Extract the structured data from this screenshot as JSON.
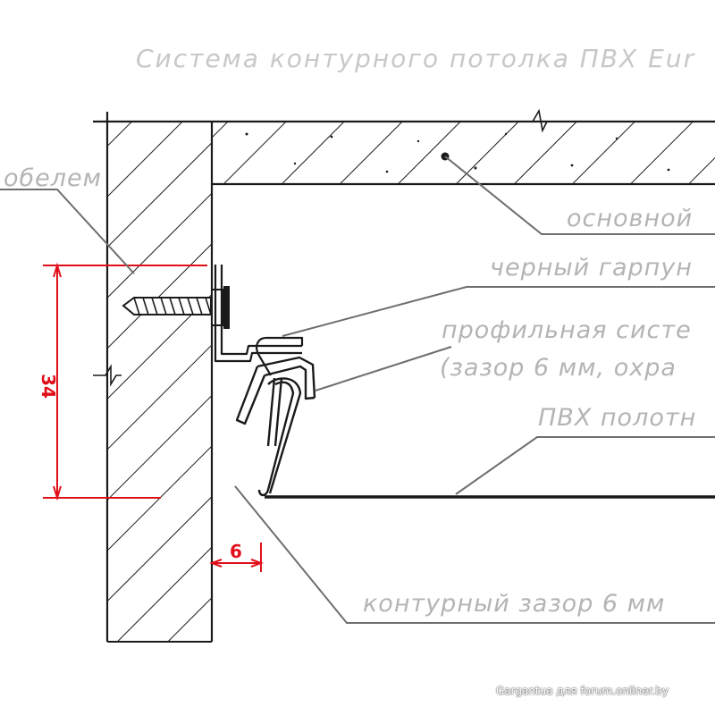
{
  "title": "Система контурного потолка ПВХ Eur",
  "labels": {
    "dowel": "обелем",
    "base": "основной",
    "harpoon": "черный гарпун",
    "profile_1": "профильная систе",
    "profile_2": "(зазор 6 мм, охра",
    "pvc": "ПВХ полотн",
    "gap": "контурный зазор 6 мм"
  },
  "dimensions": {
    "height": "34",
    "gap": "6"
  },
  "watermark": "Gargantua для forum.onliner.by",
  "colors": {
    "line": "#1a1a1a",
    "leader": "#6e6e6e",
    "text": "#b4b4b4",
    "dimension": "#e0101a"
  }
}
